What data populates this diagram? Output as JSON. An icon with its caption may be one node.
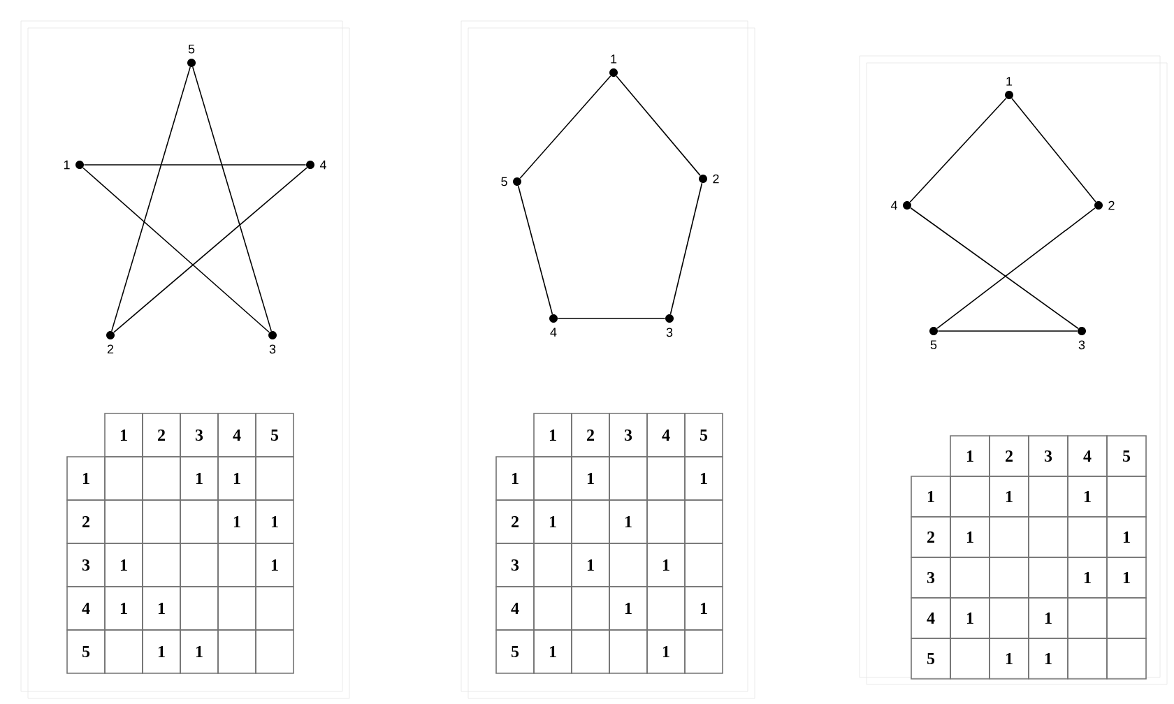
{
  "diagram": {
    "nodes": [
      {
        "text": [
          "5"
        ]
      },
      {
        "text": [
          "1"
        ]
      },
      {
        "text": [
          "4"
        ]
      },
      {
        "text": [
          "2"
        ]
      },
      {
        "text": [
          "3"
        ]
      },
      {
        "text": [
          "1"
        ]
      },
      {
        "text": [
          "5"
        ]
      },
      {
        "text": [
          "2"
        ]
      },
      {
        "text": [
          "4"
        ]
      },
      {
        "text": [
          "3"
        ]
      },
      {
        "text": [
          "1"
        ]
      },
      {
        "text": [
          "4"
        ]
      },
      {
        "text": [
          "2"
        ]
      },
      {
        "text": [
          "5"
        ]
      },
      {
        "text": [
          "3"
        ]
      }
    ],
    "edges": [
      {
        "from": 0,
        "to": 3,
        "arrow": "none"
      },
      {
        "from": 0,
        "to": 4,
        "arrow": "none"
      },
      {
        "from": 1,
        "to": 2,
        "arrow": "none"
      },
      {
        "from": 1,
        "to": 4,
        "arrow": "none"
      },
      {
        "from": 2,
        "to": 3,
        "arrow": "none"
      },
      {
        "from": 5,
        "to": 7,
        "arrow": "none"
      },
      {
        "from": 5,
        "to": 6,
        "arrow": "none"
      },
      {
        "from": 6,
        "to": 8,
        "arrow": "none"
      },
      {
        "from": 7,
        "to": 9,
        "arrow": "none"
      },
      {
        "from": 9,
        "to": 8,
        "arrow": "none"
      },
      {
        "from": 10,
        "to": 11,
        "arrow": "none"
      },
      {
        "from": 10,
        "to": 12,
        "arrow": "none"
      },
      {
        "from": 11,
        "to": 14,
        "arrow": "none"
      },
      {
        "from": 12,
        "to": 13,
        "arrow": "none"
      },
      {
        "from": 13,
        "to": 14,
        "arrow": "none"
      }
    ],
    "labels": [
      "1",
      "2",
      "3",
      "4",
      "5",
      "1",
      "1",
      "1",
      "2",
      "1",
      "1",
      "3",
      "1",
      "1",
      "4",
      "1",
      "1",
      "5",
      "1",
      "1",
      "1",
      "2",
      "3",
      "4",
      "5",
      "1",
      "1",
      "1",
      "2",
      "1",
      "1",
      "3",
      "1",
      "1",
      "4",
      "1",
      "1",
      "5",
      "1",
      "1",
      "1",
      "2",
      "3",
      "4",
      "5",
      "1",
      "1",
      "1",
      "2",
      "1",
      "1",
      "3",
      "1",
      "1",
      "4",
      "1",
      "1",
      "5",
      "1",
      "1"
    ]
  }
}
